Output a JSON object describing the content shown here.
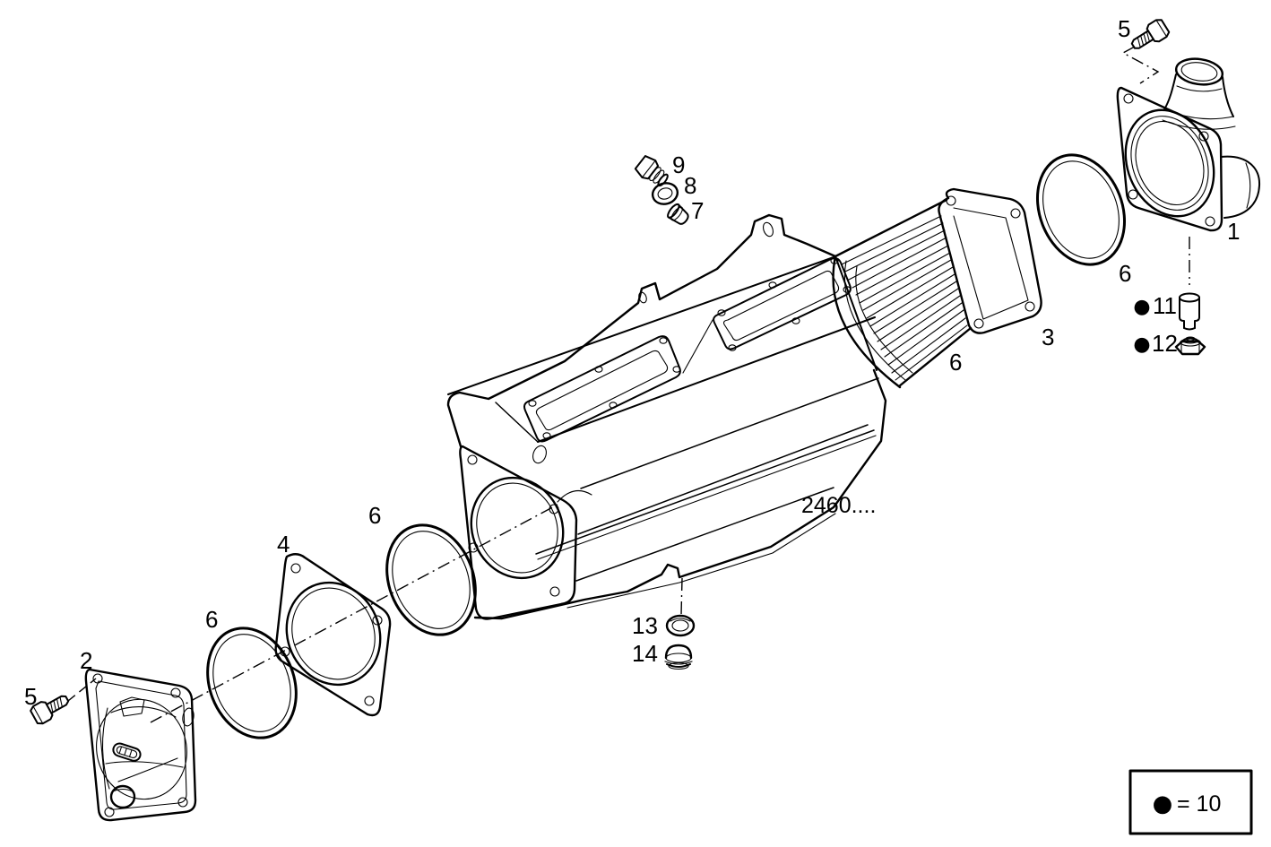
{
  "figure": {
    "drawing_code": "2460....",
    "callouts": {
      "part_1": "1",
      "part_2": "2",
      "part_3": "3",
      "part_4": "4",
      "part_5_upper": "5",
      "part_5_lower": "5",
      "part_6_top_right": "6",
      "part_6_core_end": "6",
      "part_6_center": "6",
      "part_6_lower_left": "6",
      "part_7": "7",
      "part_8": "8",
      "part_9": "9",
      "part_11": "11",
      "part_12": "12",
      "part_13": "13",
      "part_14": "14"
    },
    "quantity_bullets": {
      "part_11": "●",
      "part_12": "●"
    },
    "legend": {
      "bullet": "●",
      "text": "= 10"
    }
  }
}
